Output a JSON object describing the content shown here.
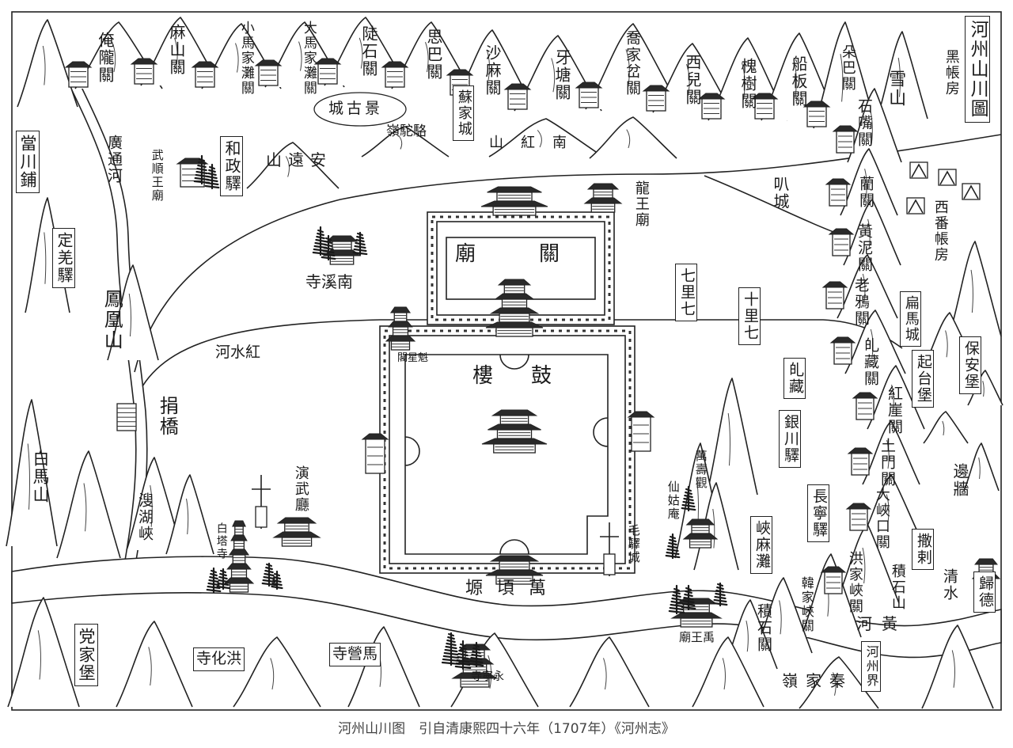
{
  "caption": "河州山川图　引自清康熙四十六年（1707年）《河州志》",
  "labels": {
    "title": "河州山川圖",
    "pass_anlong": "俺隴關",
    "pass_mashan": "麻山關",
    "pass_xiaomajiatan": "小馬家灘關",
    "pass_damajiatan": "大馬家灘關",
    "pass_doushi": "陡石關",
    "pass_siba": "思巴關",
    "pass_shama": "沙麻關",
    "pass_yatang": "牙塘關",
    "pass_qiaojiacha": "喬家岔關",
    "pass_xier": "西兒關",
    "pass_huaishu": "槐樹關",
    "pass_chuanban": "船板關",
    "pass_duoba": "朵巴關",
    "xueshan": "雪山",
    "heizhangfang": "黑帳房",
    "pass_shizui": "石嘴關",
    "pass_lin": "藺關",
    "pass_huangni": "黃泥關",
    "pass_laoya": "老鴉關",
    "xifan_zhangfang": "西番帳房",
    "pass_biezang": "癿藏關",
    "bianma_cheng": "扁馬城",
    "qitai_bao": "起台堡",
    "baoan_bao": "保安堡",
    "pass_hongya": "紅崖關",
    "pass_tumen": "土門關",
    "bianqiang": "邊牆",
    "pass_daxiakou": "大峽口關",
    "sala": "撒剌",
    "jishishan": "積石山",
    "qingshui": "清水",
    "guide": "歸德",
    "pass_hongjiaxia": "洪家峽關",
    "pass_hanjiaxia": "韓家峽關",
    "pass_jishi": "積石關",
    "huanghe": "黃河",
    "hezhou_jie": "河州界",
    "qinjialing": "秦家嶺",
    "longwangmiao": "龍王廟",
    "kucheng": "叭城",
    "qilitun": "七里七",
    "shilitun": "十里七",
    "biezang": "癿藏",
    "yinchuan_yi": "銀川驛",
    "changning_yi": "長寧驛",
    "xiamatan": "峽麻灘",
    "wanshouguan": "萬壽觀",
    "xiangu_an": "仙姑庵",
    "maoyicheng": "毛驛城",
    "yuwangmiao": "禹王廟",
    "guanmiao": "關廟",
    "gulou": "鼓樓",
    "kuixingge": "魁星閣",
    "nanxi_si": "南溪寺",
    "hongshuihe": "紅水河",
    "fenghuangshan": "鳳凰山",
    "juanqiao": "捐橋",
    "baimashan": "白馬山",
    "souhuxia": "溲湖峽",
    "yanwuting": "演武廳",
    "baitasi": "白塔寺",
    "wanqingyuan": "萬頃塬",
    "dangchuanpu": "當川鋪",
    "dingqiang_yi": "定羌驛",
    "guangtonghe": "廣通河",
    "wushunwangmiao": "武順王廟",
    "hezheng_yi": "和政驛",
    "anyuanshan": "安遠山",
    "jinggucheng": "景古城",
    "luotuoling": "駱駝嶺",
    "sujiacheng": "蘇家城",
    "nanhongshan": "南紅山",
    "dangjiabao": "党家堡",
    "honghuasi": "洪化寺",
    "maying_si": "馬營寺",
    "yongning_si": "永寧寺"
  }
}
